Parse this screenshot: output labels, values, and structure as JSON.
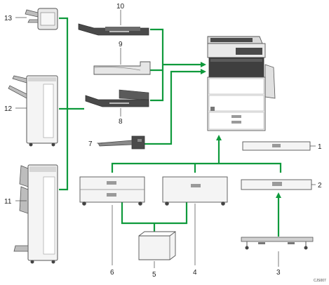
{
  "diagram": {
    "labels": {
      "n1": "1",
      "n2": "2",
      "n3": "3",
      "n4": "4",
      "n5": "5",
      "n6": "6",
      "n7": "7",
      "n8": "8",
      "n9": "9",
      "n10": "10",
      "n11": "11",
      "n12": "12",
      "n13": "13"
    },
    "figure_code": "CJS007",
    "colors": {
      "connector": "#0f9a3c",
      "device_light": "#f2f2f2",
      "device_mid": "#bdbdbd",
      "device_dark": "#4a4a4a",
      "outline": "#555555"
    }
  }
}
